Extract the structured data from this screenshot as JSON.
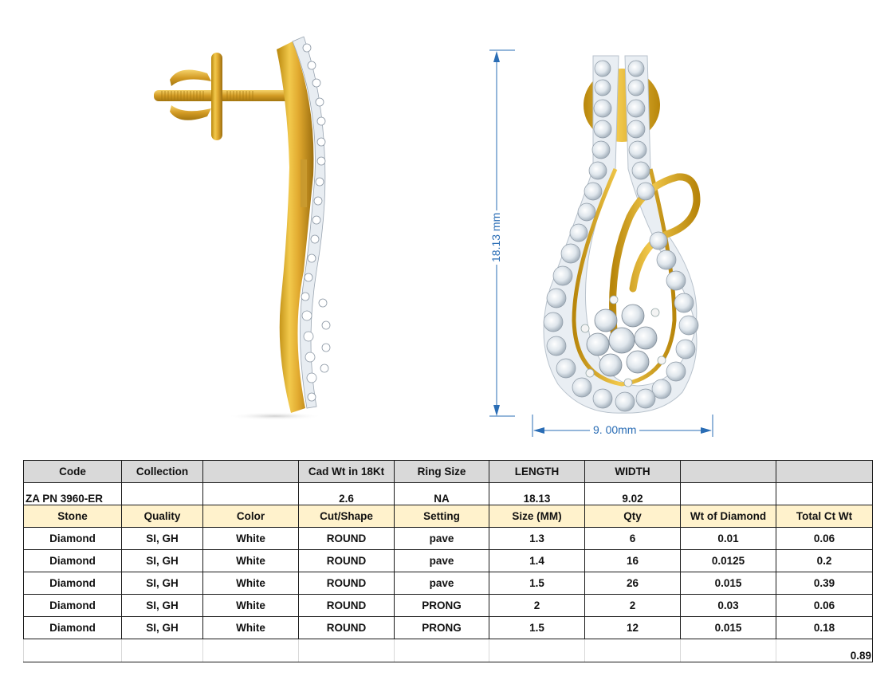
{
  "product_images": {
    "side_view": {
      "icon": "earring-side-view-image"
    },
    "front_view": {
      "icon": "earring-front-view-image"
    }
  },
  "dimensions": {
    "height_label": "18.13 mm",
    "width_label": "9. 00mm",
    "line_color": "#2a6db5"
  },
  "spec_table": {
    "header": [
      "Code",
      "Collection",
      "",
      "Cad Wt in 18Kt",
      "Ring Size",
      "LENGTH",
      "WIDTH",
      "",
      ""
    ],
    "info_row": [
      "ZA PN 3960-ER",
      "",
      "",
      "2.6",
      "NA",
      "18.13",
      "9.02",
      "",
      ""
    ],
    "stone_header": [
      "Stone",
      "Quality",
      "Color",
      "Cut/Shape",
      "Setting",
      "Size (MM)",
      "Qty",
      "Wt of Diamond",
      "Total Ct Wt"
    ],
    "stones": [
      [
        "Diamond",
        "SI, GH",
        "White",
        "ROUND",
        "pave",
        "1.3",
        "6",
        "0.01",
        "0.06"
      ],
      [
        "Diamond",
        "SI, GH",
        "White",
        "ROUND",
        "pave",
        "1.4",
        "16",
        "0.0125",
        "0.2"
      ],
      [
        "Diamond",
        "SI, GH",
        "White",
        "ROUND",
        "pave",
        "1.5",
        "26",
        "0.015",
        "0.39"
      ],
      [
        "Diamond",
        "SI, GH",
        "White",
        "ROUND",
        "PRONG",
        "2",
        "2",
        "0.03",
        "0.06"
      ],
      [
        "Diamond",
        "SI, GH",
        "White",
        "ROUND",
        "PRONG",
        "1.5",
        "12",
        "0.015",
        "0.18"
      ]
    ],
    "total_ct_wt": "0.89",
    "colors": {
      "header_grey": "#d9d9d9",
      "header_cream": "#fff2cc",
      "border": "#1a1a1a"
    }
  }
}
